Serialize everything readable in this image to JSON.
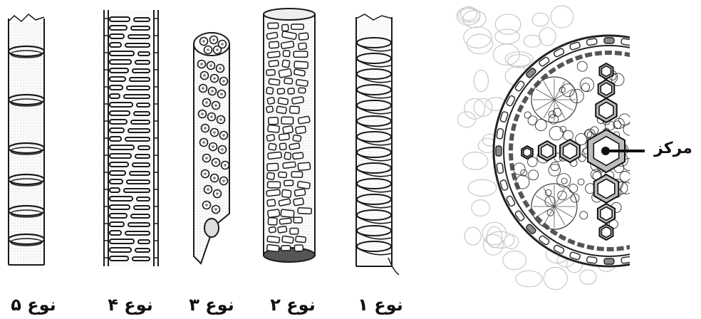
{
  "captions": {
    "type1": "نوع ۱",
    "type2": "نوع ۲",
    "type3": "نوع ۳",
    "type4": "نوع ۴",
    "type5": "نوع ۵"
  },
  "cross_section": {
    "center_label": "مرکز"
  },
  "colors": {
    "ink": "#1a1a1a",
    "stipple": "#b8b8b8",
    "gray_cell": "#8c8c8c",
    "light_tissue": "#c8c8c8"
  }
}
